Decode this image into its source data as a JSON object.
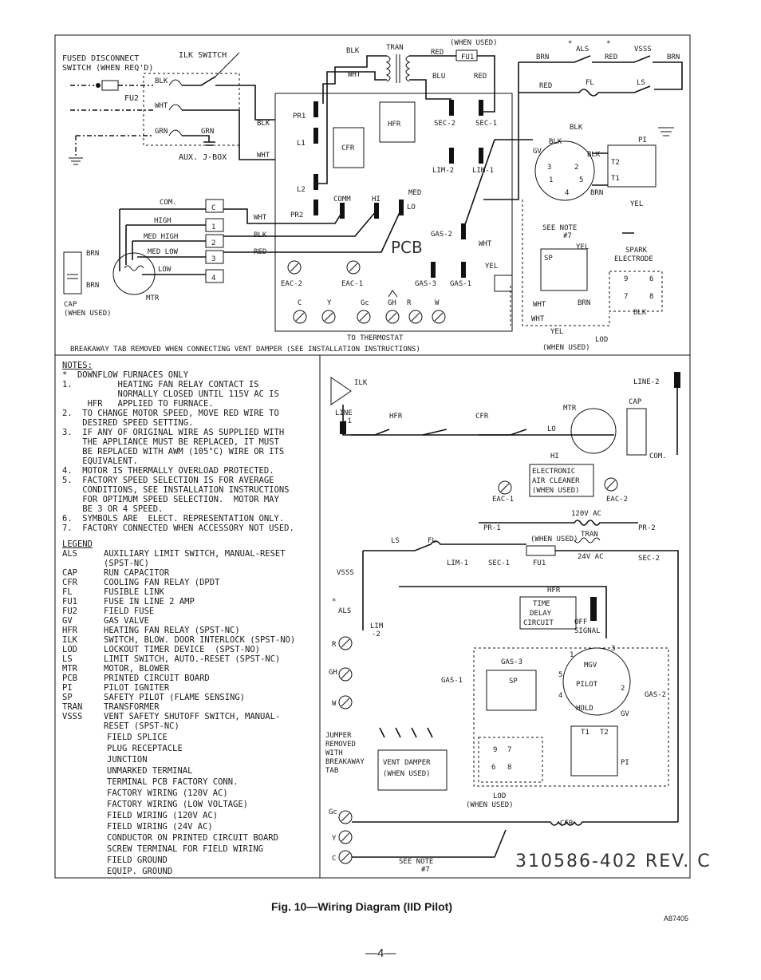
{
  "top": {
    "fused_disconnect": "FUSED DISCONNECT",
    "switch_when_reqd": "SWITCH (WHEN REQ'D)",
    "ilk_switch": "ILK SWITCH",
    "fu2": "FU2",
    "blk": "BLK",
    "wht": "WHT",
    "grn": "GRN",
    "aux_jbox": "AUX. J-BOX",
    "tran": "TRAN",
    "when_used": "(WHEN USED)",
    "red": "RED",
    "fu1": "FU1",
    "blu": "BLU",
    "brn": "BRN",
    "yel": "YEL",
    "als": "ALS",
    "vsss": "VSSS",
    "fl": "FL",
    "ls": "LS",
    "star": "*",
    "hfr": "HFR",
    "cfr": "CFR",
    "sec2": "SEC-2",
    "sec1": "SEC-1",
    "lim2": "LIM-2",
    "lim1": "LIM-1",
    "pr1": "PR1",
    "l1": "L1",
    "l2": "L2",
    "pr2": "PR2",
    "comm": "COMM",
    "hi": "HI",
    "med": "MED",
    "lo": "LO",
    "gas2": "GAS-2",
    "gas3": "GAS-3",
    "gas1": "GAS-1",
    "pcb": "PCB",
    "eac2": "EAC-2",
    "eac1": "EAC-1",
    "com": "COM.",
    "high": "HIGH",
    "med_high": "MED HIGH",
    "med_low": "MED LOW",
    "low": "LOW",
    "c": "C",
    "one": "1",
    "two": "2",
    "three": "3",
    "four": "4",
    "five": "5",
    "cap": "CAP",
    "when_used2": "(WHEN USED)",
    "mtr": "MTR",
    "term_c": "C",
    "term_y": "Y",
    "term_gc": "Gc",
    "term_gh": "GH",
    "term_r": "R",
    "term_w": "W",
    "to_thermostat": "TO THERMOSTAT",
    "gv": "GV",
    "pi": "PI",
    "t1": "T1",
    "t2": "T2",
    "see_note": "SEE NOTE",
    "note7": "#7",
    "sp": "SP",
    "spark": "SPARK",
    "electrode": "ELECTRODE",
    "n9": "9",
    "n6": "6",
    "n7": "7",
    "n8": "8",
    "lod": "LOD",
    "when_used3": "(WHEN USED)",
    "breakaway": "BREAKAWAY TAB REMOVED WHEN CONNECTING VENT DAMPER (SEE INSTALLATION INSTRUCTIONS)"
  },
  "notes": {
    "heading": "NOTES:",
    "lines": [
      "*  DOWNFLOW FURNACES ONLY",
      "1.         HEATING FAN RELAY CONTACT IS",
      "           NORMALLY CLOSED UNTIL 115V AC IS",
      "     HFR   APPLIED TO FURNACE.",
      "2.  TO CHANGE MOTOR SPEED, MOVE RED WIRE TO",
      "    DESIRED SPEED SETTING.",
      "3.  IF ANY OF ORIGINAL WIRE AS SUPPLIED WITH",
      "    THE APPLIANCE MUST BE REPLACED, IT MUST",
      "    BE REPLACED WITH AWM (105°C) WIRE OR ITS",
      "    EQUIVALENT.",
      "4.  MOTOR IS THERMALLY OVERLOAD PROTECTED.",
      "5.  FACTORY SPEED SELECTION IS FOR AVERAGE",
      "    CONDITIONS, SEE INSTALLATION INSTRUCTIONS",
      "    FOR OPTIMUM SPEED SELECTION.  MOTOR MAY",
      "    BE 3 OR 4 SPEED.",
      "6.  SYMBOLS ARE  ELECT. REPRESENTATION ONLY.",
      "7.  FACTORY CONNECTED WHEN ACCESSORY NOT USED."
    ]
  },
  "legend": {
    "heading": "LEGEND",
    "items": [
      {
        "ab": "ALS",
        "desc": "AUXILIARY LIMIT SWITCH, MANUAL-RESET"
      },
      {
        "ab": "",
        "desc": "(SPST-NC)"
      },
      {
        "ab": "CAP",
        "desc": "RUN CAPACITOR"
      },
      {
        "ab": "CFR",
        "desc": "COOLING FAN RELAY (DPDT"
      },
      {
        "ab": "FL",
        "desc": "FUSIBLE LINK"
      },
      {
        "ab": "FU1",
        "desc": "FUSE IN LINE 2 AMP"
      },
      {
        "ab": "FU2",
        "desc": "FIELD FUSE"
      },
      {
        "ab": "GV",
        "desc": "GAS VALVE"
      },
      {
        "ab": "HFR",
        "desc": "HEATING FAN RELAY (SPST-NC)"
      },
      {
        "ab": "ILK",
        "desc": "SWITCH, BLOW. DOOR INTERLOCK (SPST-NO)"
      },
      {
        "ab": "LOD",
        "desc": "LOCKOUT TIMER DEVICE  (SPST-NO)"
      },
      {
        "ab": "LS",
        "desc": "LIMIT SWITCH, AUTO.-RESET (SPST-NC)"
      },
      {
        "ab": "MTR",
        "desc": "MOTOR, BLOWER"
      },
      {
        "ab": "PCB",
        "desc": "PRINTED CIRCUIT BOARD"
      },
      {
        "ab": "PI",
        "desc": "PILOT IGNITER"
      },
      {
        "ab": "SP",
        "desc": "SAFETY PILOT (FLAME SENSING)"
      },
      {
        "ab": "TRAN",
        "desc": "TRANSFORMER"
      },
      {
        "ab": "VSSS",
        "desc": "VENT SAFETY SHUTOFF SWITCH, MANUAL-"
      },
      {
        "ab": "",
        "desc": "RESET (SPST-NC)"
      }
    ],
    "symbols": [
      "FIELD SPLICE",
      "PLUG RECEPTACLE",
      "JUNCTION",
      "UNMARKED TERMINAL",
      "TERMINAL PCB FACTORY CONN.",
      "FACTORY WIRING (120V AC)",
      "FACTORY WIRING (LOW VOLTAGE)",
      "FIELD WIRING (120V AC)",
      "FIELD WIRING (24V AC)",
      "CONDUCTOR ON PRINTED CIRCUIT BOARD",
      "SCREW TERMINAL FOR FIELD WIRING",
      "FIELD GROUND",
      "EQUIP. GROUND"
    ]
  },
  "ladder": {
    "ilk": "ILK",
    "line1": "LINE",
    "line1b": "-1",
    "line2": "LINE-2",
    "hfr": "HFR",
    "cfr": "CFR",
    "mtr": "MTR",
    "cap": "CAP",
    "lo": "LO",
    "hi": "HI",
    "com": "COM.",
    "eac_title1": "ELECTRONIC",
    "eac_title2": "AIR CLEANER",
    "eac_title3": "(WHEN USED)",
    "eac1": "EAC-1",
    "eac2": "EAC-2",
    "v120": "120V AC",
    "pr1": "PR-1",
    "pr2": "PR-2",
    "tran": "TRAN",
    "ls": "LS",
    "fl": "FL",
    "when_used": "(WHEN USED)",
    "v24": "24V AC",
    "lim1": "LIM-1",
    "sec1": "SEC-1",
    "fu1": "FU1",
    "sec2": "SEC-2",
    "vsss": "VSSS",
    "als": "ALS",
    "star": "*",
    "lim": "LIM",
    "lim2": "-2",
    "hfr2": "HFR",
    "time": "TIME",
    "delay": "DELAY",
    "circuit": "CIRCUIT",
    "off": "OFF",
    "signal": "SIGNAL",
    "r": "R",
    "gh": "GH",
    "w": "W",
    "gas3": "GAS-3",
    "gas1": "GAS-1",
    "gas2": "GAS-2",
    "sp": "SP",
    "mgv": "MGV",
    "pilot": "PILOT",
    "hold": "HOLD",
    "gv": "GV",
    "n1": "1",
    "n2": "2",
    "n3": "3",
    "n4": "4",
    "n5": "5",
    "t1": "T1",
    "t2": "T2",
    "pi": "PI",
    "jumper1": "JUMPER",
    "jumper2": "REMOVED",
    "jumper3": "WITH",
    "jumper4": "BREAKAWAY",
    "jumper5": "TAB",
    "vent1": "VENT DAMPER",
    "vent2": "(WHEN USED)",
    "n9": "9",
    "n7": "7",
    "n6": "6",
    "n8": "8",
    "lod": "LOD",
    "lod_used": "(WHEN USED)",
    "gc": "Gc",
    "y": "Y",
    "c": "C",
    "cfr2": "CFR",
    "see_note": "SEE NOTE",
    "note7": "#7",
    "partno": "310586-402 REV. C"
  },
  "caption": "Fig. 10—Wiring Diagram (IID Pilot)",
  "ref": "A87405",
  "page_number": "—4—"
}
